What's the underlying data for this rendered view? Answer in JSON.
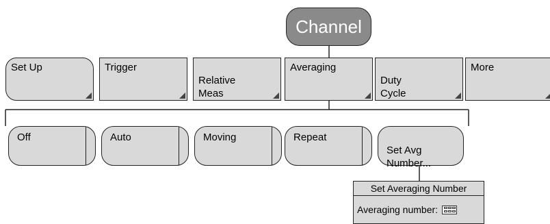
{
  "root": {
    "label": "Channel"
  },
  "menu": [
    {
      "label": "Set Up"
    },
    {
      "label": "Trigger"
    },
    {
      "label": "Relative\nMeas"
    },
    {
      "label": "Averaging"
    },
    {
      "label": "Duty\nCycle"
    },
    {
      "label": "More"
    }
  ],
  "submenu": [
    {
      "label": "Off"
    },
    {
      "label": "Auto"
    },
    {
      "label": "Moving"
    },
    {
      "label": "Repeat"
    },
    {
      "label": "Set Avg\nNumber..."
    }
  ],
  "dialog": {
    "title": "Set Averaging Number",
    "field_label": "Averaging number:",
    "field_icon": "numeric-keypad-icon"
  }
}
